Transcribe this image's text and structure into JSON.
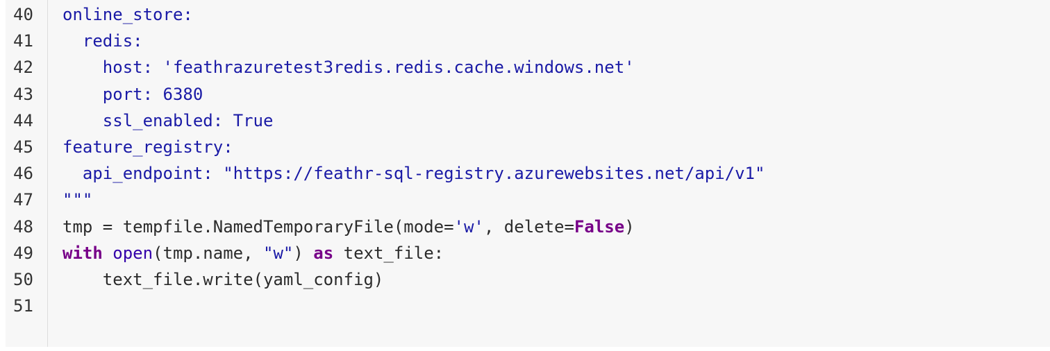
{
  "colors": {
    "background": "#f7f7f7",
    "text": "#2b2b2b",
    "string": "#1a1aa6",
    "keyword": "#770088",
    "builtin": "#3300aa",
    "gutter_border": "#dddddd"
  },
  "lines": [
    {
      "number": "40",
      "tokens": [
        {
          "t": "online_store:",
          "k": "str"
        }
      ]
    },
    {
      "number": "41",
      "tokens": [
        {
          "t": "  redis:",
          "k": "str"
        }
      ]
    },
    {
      "number": "42",
      "tokens": [
        {
          "t": "    host: 'feathrazuretest3redis.redis.cache.windows.net'",
          "k": "str"
        }
      ]
    },
    {
      "number": "43",
      "tokens": [
        {
          "t": "    port: 6380",
          "k": "str"
        }
      ]
    },
    {
      "number": "44",
      "tokens": [
        {
          "t": "    ssl_enabled: True",
          "k": "str"
        }
      ]
    },
    {
      "number": "45",
      "tokens": [
        {
          "t": "feature_registry:",
          "k": "str"
        }
      ]
    },
    {
      "number": "46",
      "tokens": [
        {
          "t": "  api_endpoint: \"https://feathr-sql-registry.azurewebsites.net/api/v1\"",
          "k": "str"
        }
      ]
    },
    {
      "number": "47",
      "tokens": [
        {
          "t": "\"\"\"",
          "k": "str"
        }
      ]
    },
    {
      "number": "48",
      "tokens": [
        {
          "t": "tmp = tempfile.NamedTemporaryFile(mode=",
          "k": ""
        },
        {
          "t": "'w'",
          "k": "str"
        },
        {
          "t": ", delete=",
          "k": ""
        },
        {
          "t": "False",
          "k": "kw"
        },
        {
          "t": ")",
          "k": ""
        }
      ]
    },
    {
      "number": "49",
      "tokens": [
        {
          "t": "with",
          "k": "kw"
        },
        {
          "t": " ",
          "k": ""
        },
        {
          "t": "open",
          "k": "bi"
        },
        {
          "t": "(tmp.name, ",
          "k": ""
        },
        {
          "t": "\"w\"",
          "k": "str"
        },
        {
          "t": ") ",
          "k": ""
        },
        {
          "t": "as",
          "k": "kw"
        },
        {
          "t": " text_file:",
          "k": ""
        }
      ]
    },
    {
      "number": "50",
      "tokens": [
        {
          "t": "    text_file.write(yaml_config)",
          "k": ""
        }
      ]
    },
    {
      "number": "51",
      "tokens": []
    }
  ]
}
